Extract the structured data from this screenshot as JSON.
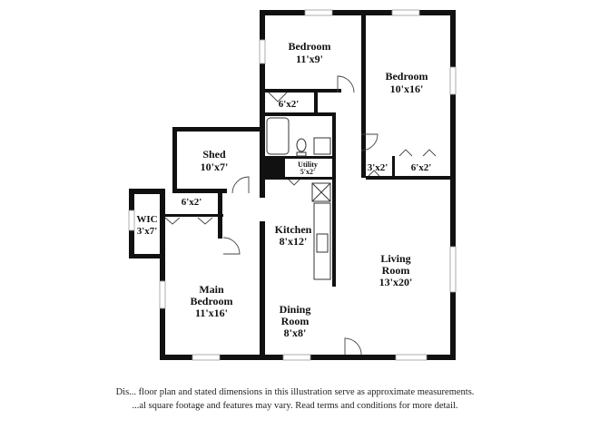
{
  "rooms": {
    "bedroom_top_center": {
      "name": "Bedroom",
      "size": "11'x9'"
    },
    "bedroom_top_right": {
      "name": "Bedroom",
      "size": "10'x16'"
    },
    "closet_top_center": {
      "size": "6'x2'"
    },
    "closet_right_a": {
      "size": "3'x2'"
    },
    "closet_right_b": {
      "size": "6'x2'"
    },
    "shed": {
      "name": "Shed",
      "size": "10'x7'"
    },
    "utility": {
      "name": "Utility",
      "size": "5'x2'"
    },
    "closet_main": {
      "size": "6'x2'"
    },
    "wic": {
      "name": "WIC",
      "size": "3'x7'"
    },
    "kitchen": {
      "name": "Kitchen",
      "size": "8'x12'"
    },
    "living_room": {
      "name_line1": "Living",
      "name_line2": "Room",
      "size": "13'x20'"
    },
    "main_bedroom": {
      "name_line1": "Main",
      "name_line2": "Bedroom",
      "size": "11'x16'"
    },
    "dining_room": {
      "name_line1": "Dining",
      "name_line2": "Room",
      "size": "8'x8'"
    }
  },
  "disclaimer": {
    "line1": "Dis... floor plan and stated dimensions in this illustration serve as approximate measurements.",
    "line2": "...al square footage and features may vary. Read terms and conditions for more detail."
  }
}
